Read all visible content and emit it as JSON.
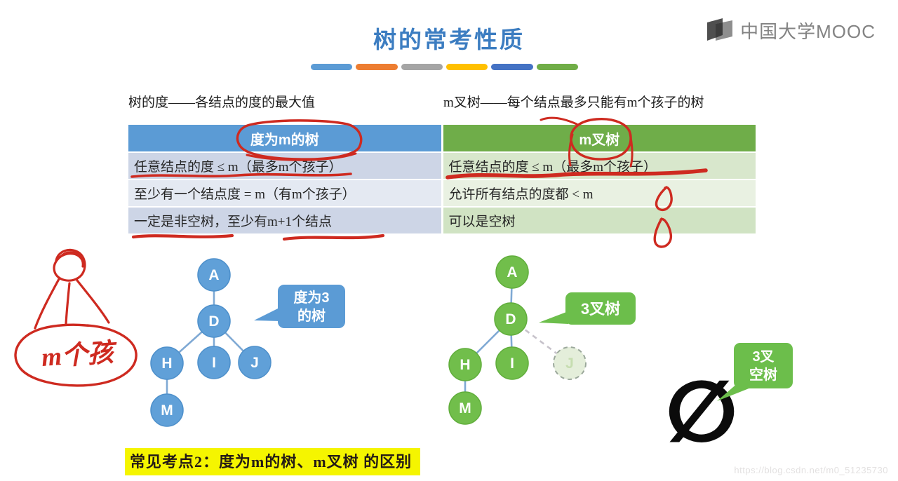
{
  "page": {
    "title": "树的常考性质",
    "accent_bars": [
      "#5B9BD5",
      "#ED7D31",
      "#A5A5A5",
      "#FFC000",
      "#4472C4",
      "#70AD47"
    ],
    "logo_text": "中国大学MOOC",
    "watermark": "https://blog.csdn.net/m0_51235730"
  },
  "definitions": {
    "left": "树的度——各结点的度的最大值",
    "right": "m叉树——每个结点最多只能有m个孩子的树"
  },
  "table": {
    "header_left": "度为m的树",
    "header_right": "m叉树",
    "rows": [
      {
        "left": "任意结点的度 ≤ m（最多m个孩子）",
        "right": "任意结点的度 ≤ m（最多m个孩子）"
      },
      {
        "left": "至少有一个结点度 = m（有m个孩子）",
        "right": "允许所有结点的度都 < m"
      },
      {
        "left": "一定是非空树，至少有m+1个结点",
        "right": "可以是空树"
      }
    ]
  },
  "blue_tree": {
    "nodes": {
      "a": "A",
      "d": "D",
      "h": "H",
      "i": "I",
      "j": "J",
      "m": "M"
    },
    "bubble_line1": "度为3",
    "bubble_line2": "的树"
  },
  "green_tree": {
    "nodes": {
      "a": "A",
      "d": "D",
      "h": "H",
      "i": "I",
      "m": "M"
    },
    "ghost_node": "J",
    "bubble": "3叉树"
  },
  "empty_tree": {
    "symbol": "∅",
    "bubble_line1": "3叉",
    "bubble_line2": "空树"
  },
  "handwriting": {
    "label": "m个孩"
  },
  "footer": {
    "prefix": "常见考点2：",
    "text": "度为m的树、m叉树 的区别"
  }
}
